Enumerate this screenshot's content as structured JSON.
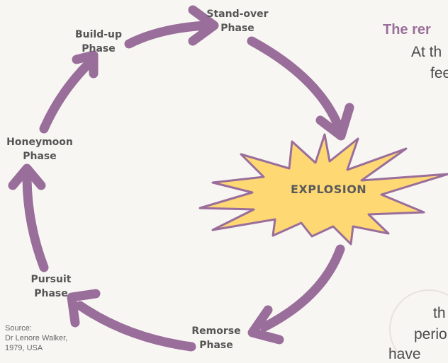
{
  "diagram": {
    "phases": {
      "standover": [
        "Stand-over",
        "Phase"
      ],
      "buildup": [
        "Build-up",
        "Phase"
      ],
      "honeymoon": [
        "Honeymoon",
        "Phase"
      ],
      "pursuit": [
        "Pursuit",
        "Phase"
      ],
      "remorse": [
        "Remorse",
        "Phase"
      ]
    },
    "explosion": "EXPLOSION",
    "colors": {
      "arrow": "#9a6e9a",
      "burst_fill": "#fdd873",
      "burst_stroke": "#9a6e9a"
    }
  },
  "source": [
    "Source:",
    "Dr Lenore Walker,",
    "1979, USA"
  ],
  "side_text": {
    "heading": "The rer",
    "fragments": [
      "At th",
      "fee",
      "th",
      "perio",
      "have"
    ]
  }
}
